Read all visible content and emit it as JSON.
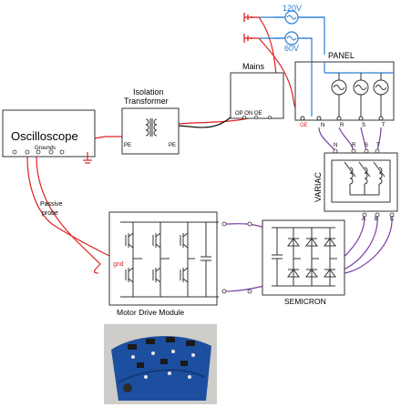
{
  "labels": {
    "v120": "120V",
    "v60": "60V",
    "panel": "PANEL",
    "mains": "Mains",
    "mains_terminals": "OP ON OE",
    "isolation_line1": "Isolation",
    "isolation_line2": "Transformer",
    "pe_left": "PE",
    "pe_right": "PE",
    "oscilloscope": "Oscilloscope",
    "grounds": "Grounds",
    "passive_line1": "Passive",
    "passive_line2": "probe",
    "gnd": "gnd",
    "variac": "VARIAC",
    "motor_drive": "Motor Drive Module",
    "semicron": "SEMICRON",
    "panel_terminals": [
      "OE",
      "N",
      "R",
      "S",
      "T"
    ],
    "variac_in": [
      "N",
      "R",
      "S",
      "T"
    ],
    "variac_out": [
      "A",
      "B",
      "C"
    ]
  },
  "colors": {
    "line_red": "#e02020",
    "line_blue": "#2a7fd4",
    "line_purple": "#7a3ea8",
    "line_black": "#111111",
    "photo_board": "#1d4fa0"
  },
  "icons": {
    "ac_source": "ac-sine-icon",
    "ground": "ground-icon",
    "transformer": "transformer-coil-icon",
    "igbt": "igbt-switch-icon",
    "diode": "diode-icon",
    "capacitor": "capacitor-icon"
  }
}
